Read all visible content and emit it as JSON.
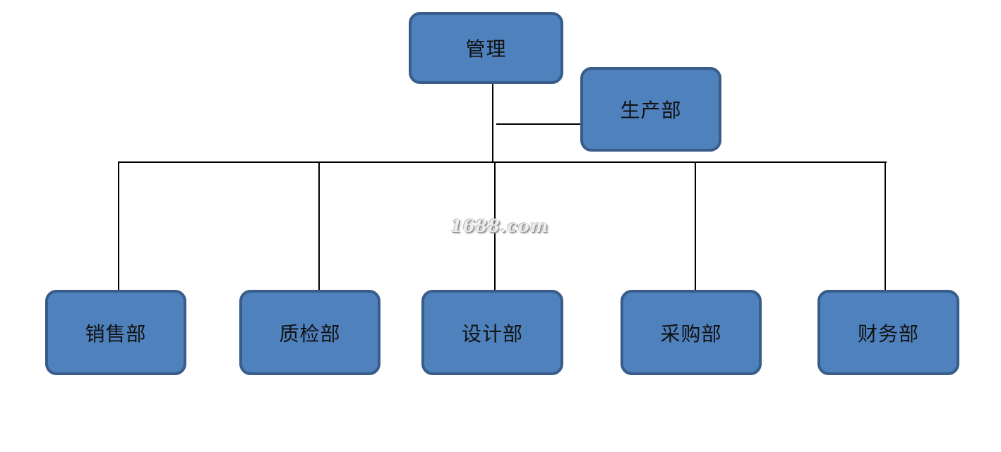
{
  "diagram": {
    "root": {
      "label": "管理"
    },
    "assistant": {
      "label": "生产部"
    },
    "departments": [
      {
        "label": "销售部"
      },
      {
        "label": "质检部"
      },
      {
        "label": "设计部"
      },
      {
        "label": "采购部"
      },
      {
        "label": "财务部"
      }
    ]
  },
  "watermark": {
    "text": "1688.com"
  },
  "colors": {
    "node_fill": "#4f81bd",
    "node_border": "#385d8a",
    "connector": "#000000"
  }
}
